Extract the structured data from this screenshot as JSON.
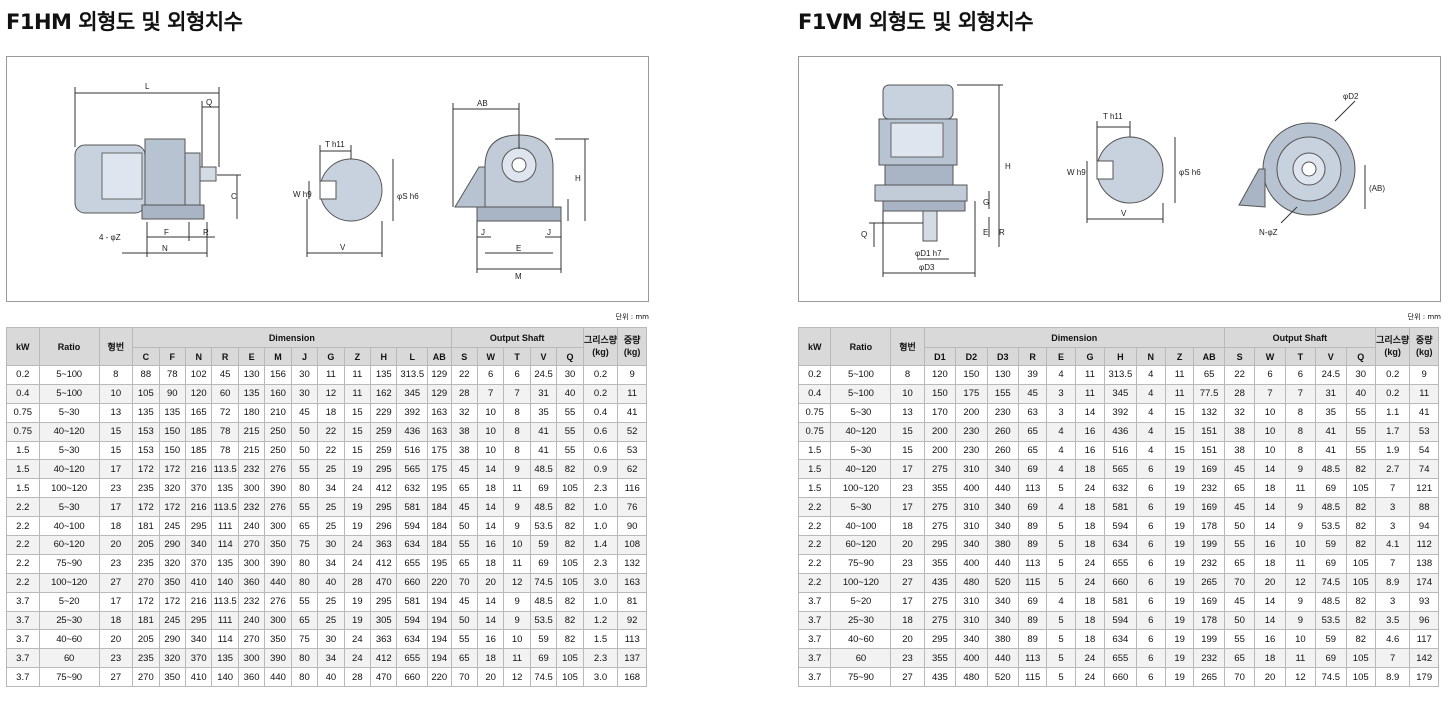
{
  "left": {
    "title": "F1HM 외형도 및 외형치수",
    "unit_note": "단위 : mm",
    "diagram_labels": {
      "L": "L",
      "Q": "Q",
      "C": "C",
      "Z": "4 - φZ",
      "F": "F",
      "R": "R",
      "N": "N",
      "Th": "T h11",
      "Wh": "W h9",
      "Sh": "φS h6",
      "V": "V",
      "AB": "AB",
      "H": "H",
      "J1": "J",
      "J2": "J",
      "E": "E",
      "M": "M"
    },
    "table": {
      "group_headers": {
        "kw": "kW",
        "ratio": "Ratio",
        "frame": "형번",
        "dimension": "Dimension",
        "output": "Output Shaft",
        "grease": "그리스량 (kg)",
        "weight": "중량 (kg)"
      },
      "dim_cols": [
        "C",
        "F",
        "N",
        "R",
        "E",
        "M",
        "J",
        "G",
        "Z",
        "H",
        "L",
        "AB"
      ],
      "out_cols": [
        "S",
        "W",
        "T",
        "V",
        "Q"
      ],
      "rows": [
        [
          "0.2",
          "5~100",
          "8",
          "88",
          "78",
          "102",
          "45",
          "130",
          "156",
          "30",
          "11",
          "11",
          "135",
          "313.5",
          "129",
          "22",
          "6",
          "6",
          "24.5",
          "30",
          "0.2",
          "9"
        ],
        [
          "0.4",
          "5~100",
          "10",
          "105",
          "90",
          "120",
          "60",
          "135",
          "160",
          "30",
          "12",
          "11",
          "162",
          "345",
          "129",
          "28",
          "7",
          "7",
          "31",
          "40",
          "0.2",
          "11"
        ],
        [
          "0.75",
          "5~30",
          "13",
          "135",
          "135",
          "165",
          "72",
          "180",
          "210",
          "45",
          "18",
          "15",
          "229",
          "392",
          "163",
          "32",
          "10",
          "8",
          "35",
          "55",
          "0.4",
          "41"
        ],
        [
          "0.75",
          "40~120",
          "15",
          "153",
          "150",
          "185",
          "78",
          "215",
          "250",
          "50",
          "22",
          "15",
          "259",
          "436",
          "163",
          "38",
          "10",
          "8",
          "41",
          "55",
          "0.6",
          "52"
        ],
        [
          "1.5",
          "5~30",
          "15",
          "153",
          "150",
          "185",
          "78",
          "215",
          "250",
          "50",
          "22",
          "15",
          "259",
          "516",
          "175",
          "38",
          "10",
          "8",
          "41",
          "55",
          "0.6",
          "53"
        ],
        [
          "1.5",
          "40~120",
          "17",
          "172",
          "172",
          "216",
          "113.5",
          "232",
          "276",
          "55",
          "25",
          "19",
          "295",
          "565",
          "175",
          "45",
          "14",
          "9",
          "48.5",
          "82",
          "0.9",
          "62"
        ],
        [
          "1.5",
          "100~120",
          "23",
          "235",
          "320",
          "370",
          "135",
          "300",
          "390",
          "80",
          "34",
          "24",
          "412",
          "632",
          "195",
          "65",
          "18",
          "11",
          "69",
          "105",
          "2.3",
          "116"
        ],
        [
          "2.2",
          "5~30",
          "17",
          "172",
          "172",
          "216",
          "113.5",
          "232",
          "276",
          "55",
          "25",
          "19",
          "295",
          "581",
          "184",
          "45",
          "14",
          "9",
          "48.5",
          "82",
          "1.0",
          "76"
        ],
        [
          "2.2",
          "40~100",
          "18",
          "181",
          "245",
          "295",
          "111",
          "240",
          "300",
          "65",
          "25",
          "19",
          "296",
          "594",
          "184",
          "50",
          "14",
          "9",
          "53.5",
          "82",
          "1.0",
          "90"
        ],
        [
          "2.2",
          "60~120",
          "20",
          "205",
          "290",
          "340",
          "114",
          "270",
          "350",
          "75",
          "30",
          "24",
          "363",
          "634",
          "184",
          "55",
          "16",
          "10",
          "59",
          "82",
          "1.4",
          "108"
        ],
        [
          "2.2",
          "75~90",
          "23",
          "235",
          "320",
          "370",
          "135",
          "300",
          "390",
          "80",
          "34",
          "24",
          "412",
          "655",
          "195",
          "65",
          "18",
          "11",
          "69",
          "105",
          "2.3",
          "132"
        ],
        [
          "2.2",
          "100~120",
          "27",
          "270",
          "350",
          "410",
          "140",
          "360",
          "440",
          "80",
          "40",
          "28",
          "470",
          "660",
          "220",
          "70",
          "20",
          "12",
          "74.5",
          "105",
          "3.0",
          "163"
        ],
        [
          "3.7",
          "5~20",
          "17",
          "172",
          "172",
          "216",
          "113.5",
          "232",
          "276",
          "55",
          "25",
          "19",
          "295",
          "581",
          "194",
          "45",
          "14",
          "9",
          "48.5",
          "82",
          "1.0",
          "81"
        ],
        [
          "3.7",
          "25~30",
          "18",
          "181",
          "245",
          "295",
          "111",
          "240",
          "300",
          "65",
          "25",
          "19",
          "305",
          "594",
          "194",
          "50",
          "14",
          "9",
          "53.5",
          "82",
          "1.2",
          "92"
        ],
        [
          "3.7",
          "40~60",
          "20",
          "205",
          "290",
          "340",
          "114",
          "270",
          "350",
          "75",
          "30",
          "24",
          "363",
          "634",
          "194",
          "55",
          "16",
          "10",
          "59",
          "82",
          "1.5",
          "113"
        ],
        [
          "3.7",
          "60",
          "23",
          "235",
          "320",
          "370",
          "135",
          "300",
          "390",
          "80",
          "34",
          "24",
          "412",
          "655",
          "194",
          "65",
          "18",
          "11",
          "69",
          "105",
          "2.3",
          "137"
        ],
        [
          "3.7",
          "75~90",
          "27",
          "270",
          "350",
          "410",
          "140",
          "360",
          "440",
          "80",
          "40",
          "28",
          "470",
          "660",
          "220",
          "70",
          "20",
          "12",
          "74.5",
          "105",
          "3.0",
          "168"
        ]
      ]
    }
  },
  "right": {
    "title": "F1VM 외형도 및 외형치수",
    "unit_note": "단위 : mm",
    "diagram_labels": {
      "H": "H",
      "G": "G",
      "E": "E",
      "R": "R",
      "Q": "Q",
      "D1": "φD1 h7",
      "D3": "φD3",
      "Th": "T h11",
      "Wh": "W h9",
      "Sh": "φS h6",
      "V": "V",
      "D2": "φD2",
      "AB": "(AB)",
      "NZ": "N-φZ"
    },
    "table": {
      "group_headers": {
        "kw": "kW",
        "ratio": "Ratio",
        "frame": "형번",
        "dimension": "Dimension",
        "output": "Output Shaft",
        "grease": "그리스량 (kg)",
        "weight": "중량 (kg)"
      },
      "dim_cols": [
        "D1",
        "D2",
        "D3",
        "R",
        "E",
        "G",
        "H",
        "N",
        "Z",
        "AB"
      ],
      "out_cols": [
        "S",
        "W",
        "T",
        "V",
        "Q"
      ],
      "rows": [
        [
          "0.2",
          "5~100",
          "8",
          "120",
          "150",
          "130",
          "39",
          "4",
          "11",
          "313.5",
          "4",
          "11",
          "65",
          "22",
          "6",
          "6",
          "24.5",
          "30",
          "0.2",
          "9"
        ],
        [
          "0.4",
          "5~100",
          "10",
          "150",
          "175",
          "155",
          "45",
          "3",
          "11",
          "345",
          "4",
          "11",
          "77.5",
          "28",
          "7",
          "7",
          "31",
          "40",
          "0.2",
          "11"
        ],
        [
          "0.75",
          "5~30",
          "13",
          "170",
          "200",
          "230",
          "63",
          "3",
          "14",
          "392",
          "4",
          "15",
          "132",
          "32",
          "10",
          "8",
          "35",
          "55",
          "1.1",
          "41"
        ],
        [
          "0.75",
          "40~120",
          "15",
          "200",
          "230",
          "260",
          "65",
          "4",
          "16",
          "436",
          "4",
          "15",
          "151",
          "38",
          "10",
          "8",
          "41",
          "55",
          "1.7",
          "53"
        ],
        [
          "1.5",
          "5~30",
          "15",
          "200",
          "230",
          "260",
          "65",
          "4",
          "16",
          "516",
          "4",
          "15",
          "151",
          "38",
          "10",
          "8",
          "41",
          "55",
          "1.9",
          "54"
        ],
        [
          "1.5",
          "40~120",
          "17",
          "275",
          "310",
          "340",
          "69",
          "4",
          "18",
          "565",
          "6",
          "19",
          "169",
          "45",
          "14",
          "9",
          "48.5",
          "82",
          "2.7",
          "74"
        ],
        [
          "1.5",
          "100~120",
          "23",
          "355",
          "400",
          "440",
          "113",
          "5",
          "24",
          "632",
          "6",
          "19",
          "232",
          "65",
          "18",
          "11",
          "69",
          "105",
          "7",
          "121"
        ],
        [
          "2.2",
          "5~30",
          "17",
          "275",
          "310",
          "340",
          "69",
          "4",
          "18",
          "581",
          "6",
          "19",
          "169",
          "45",
          "14",
          "9",
          "48.5",
          "82",
          "3",
          "88"
        ],
        [
          "2.2",
          "40~100",
          "18",
          "275",
          "310",
          "340",
          "89",
          "5",
          "18",
          "594",
          "6",
          "19",
          "178",
          "50",
          "14",
          "9",
          "53.5",
          "82",
          "3",
          "94"
        ],
        [
          "2.2",
          "60~120",
          "20",
          "295",
          "340",
          "380",
          "89",
          "5",
          "18",
          "634",
          "6",
          "19",
          "199",
          "55",
          "16",
          "10",
          "59",
          "82",
          "4.1",
          "112"
        ],
        [
          "2.2",
          "75~90",
          "23",
          "355",
          "400",
          "440",
          "113",
          "5",
          "24",
          "655",
          "6",
          "19",
          "232",
          "65",
          "18",
          "11",
          "69",
          "105",
          "7",
          "138"
        ],
        [
          "2.2",
          "100~120",
          "27",
          "435",
          "480",
          "520",
          "115",
          "5",
          "24",
          "660",
          "6",
          "19",
          "265",
          "70",
          "20",
          "12",
          "74.5",
          "105",
          "8.9",
          "174"
        ],
        [
          "3.7",
          "5~20",
          "17",
          "275",
          "310",
          "340",
          "69",
          "4",
          "18",
          "581",
          "6",
          "19",
          "169",
          "45",
          "14",
          "9",
          "48.5",
          "82",
          "3",
          "93"
        ],
        [
          "3.7",
          "25~30",
          "18",
          "275",
          "310",
          "340",
          "89",
          "5",
          "18",
          "594",
          "6",
          "19",
          "178",
          "50",
          "14",
          "9",
          "53.5",
          "82",
          "3.5",
          "96"
        ],
        [
          "3.7",
          "40~60",
          "20",
          "295",
          "340",
          "380",
          "89",
          "5",
          "18",
          "634",
          "6",
          "19",
          "199",
          "55",
          "16",
          "10",
          "59",
          "82",
          "4.6",
          "117"
        ],
        [
          "3.7",
          "60",
          "23",
          "355",
          "400",
          "440",
          "113",
          "5",
          "24",
          "655",
          "6",
          "19",
          "232",
          "65",
          "18",
          "11",
          "69",
          "105",
          "7",
          "142"
        ],
        [
          "3.7",
          "75~90",
          "27",
          "435",
          "480",
          "520",
          "115",
          "5",
          "24",
          "660",
          "6",
          "19",
          "265",
          "70",
          "20",
          "12",
          "74.5",
          "105",
          "8.9",
          "179"
        ]
      ]
    }
  }
}
